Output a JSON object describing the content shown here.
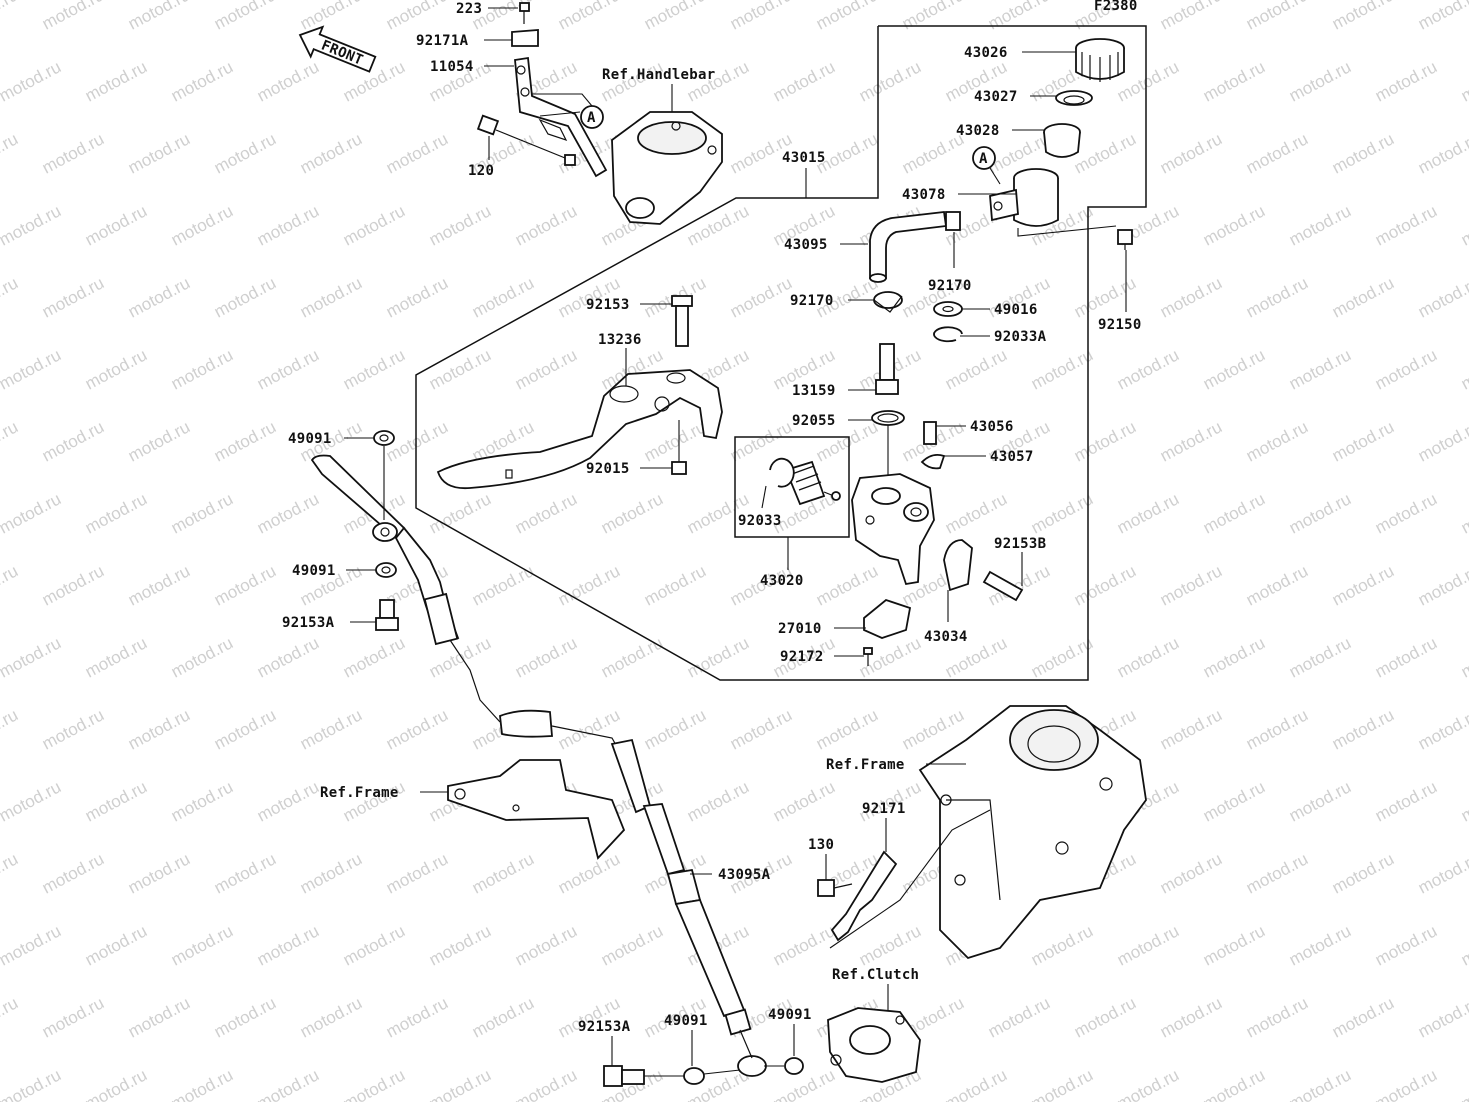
{
  "diagram_code": "F2380",
  "front_label": "FRONT",
  "ref_marker": "A",
  "watermark": "motod.ru",
  "labels": {
    "p223": "223",
    "p92171A": "92171A",
    "p11054": "11054",
    "p120": "120",
    "refHandlebar": "Ref.Handlebar",
    "p43015": "43015",
    "p43026": "43026",
    "p43027": "43027",
    "p43028": "43028",
    "p43078": "43078",
    "p43095": "43095",
    "p92170a": "92170",
    "p92170b": "92170",
    "p49016": "49016",
    "p92033A": "92033A",
    "p92150": "92150",
    "p92153": "92153",
    "p13236": "13236",
    "p13159": "13159",
    "p92055": "92055",
    "p43056": "43056",
    "p43057": "43057",
    "p92015": "92015",
    "p92033": "92033",
    "p43020": "43020",
    "p92153B": "92153B",
    "p27010": "27010",
    "p43034": "43034",
    "p92172": "92172",
    "p49091a": "49091",
    "p49091b": "49091",
    "p92153Aa": "92153A",
    "refFrame1": "Ref.Frame",
    "refFrame2": "Ref.Frame",
    "p92171": "92171",
    "p130": "130",
    "p43095A": "43095A",
    "refClutch": "Ref.Clutch",
    "p92153Ab": "92153A",
    "p49091c": "49091",
    "p49091d": "49091"
  }
}
